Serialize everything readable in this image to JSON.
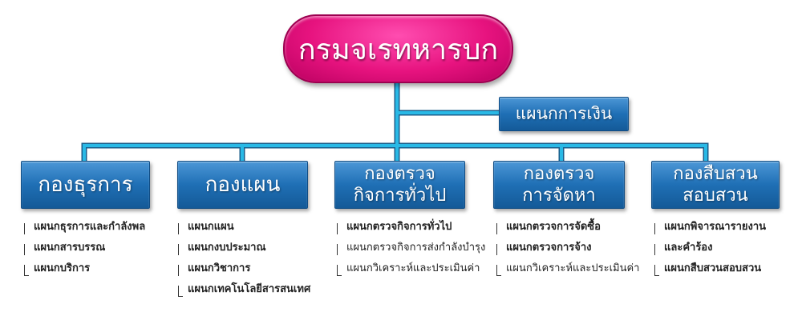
{
  "org": {
    "root": {
      "label": "กรมจเรทหารบก"
    },
    "staff": {
      "label": "แผนกการเงิน"
    },
    "divisions": [
      {
        "lines": [
          "กองธุรการ"
        ],
        "units": [
          "แผนกธุรการและกำลังพล",
          "แผนกสารบรรณ",
          "แผนกบริการ"
        ]
      },
      {
        "lines": [
          "กองแผน"
        ],
        "units": [
          "แผนกแผน",
          "แผนกงบประมาณ",
          "แผนกวิชาการ",
          "แผนกเทคโนโลยีสารสนเทศ"
        ]
      },
      {
        "lines": [
          "กองตรวจ",
          "กิจการทั่วไป"
        ],
        "units": [
          "แผนกตรวจกิจการทั่วไป",
          "แผนกตรวจกิจการส่งกำลังบำรุง",
          "แผนกวิเคราะห์และประเมินค่า"
        ]
      },
      {
        "lines": [
          "กองตรวจ",
          "การจัดหา"
        ],
        "units": [
          "แผนกตรวจการจัดซื้อ",
          "แผนกตรวจการจ้าง",
          "แผนกวิเคราะห์และประเมินค่า"
        ]
      },
      {
        "lines": [
          "กองสืบสวน",
          "สอบสวน"
        ],
        "units": [
          "แผนกพิจารณารายงาน",
          "และคำร้อง",
          "แผนกสืบสวนสอบสวน"
        ]
      }
    ]
  },
  "colors": {
    "root_fill": "#e7137f",
    "box_fill": "#1f6fb5",
    "connector": "#29b9e6",
    "text_light": "#ffffff",
    "text_dark": "#222222"
  }
}
